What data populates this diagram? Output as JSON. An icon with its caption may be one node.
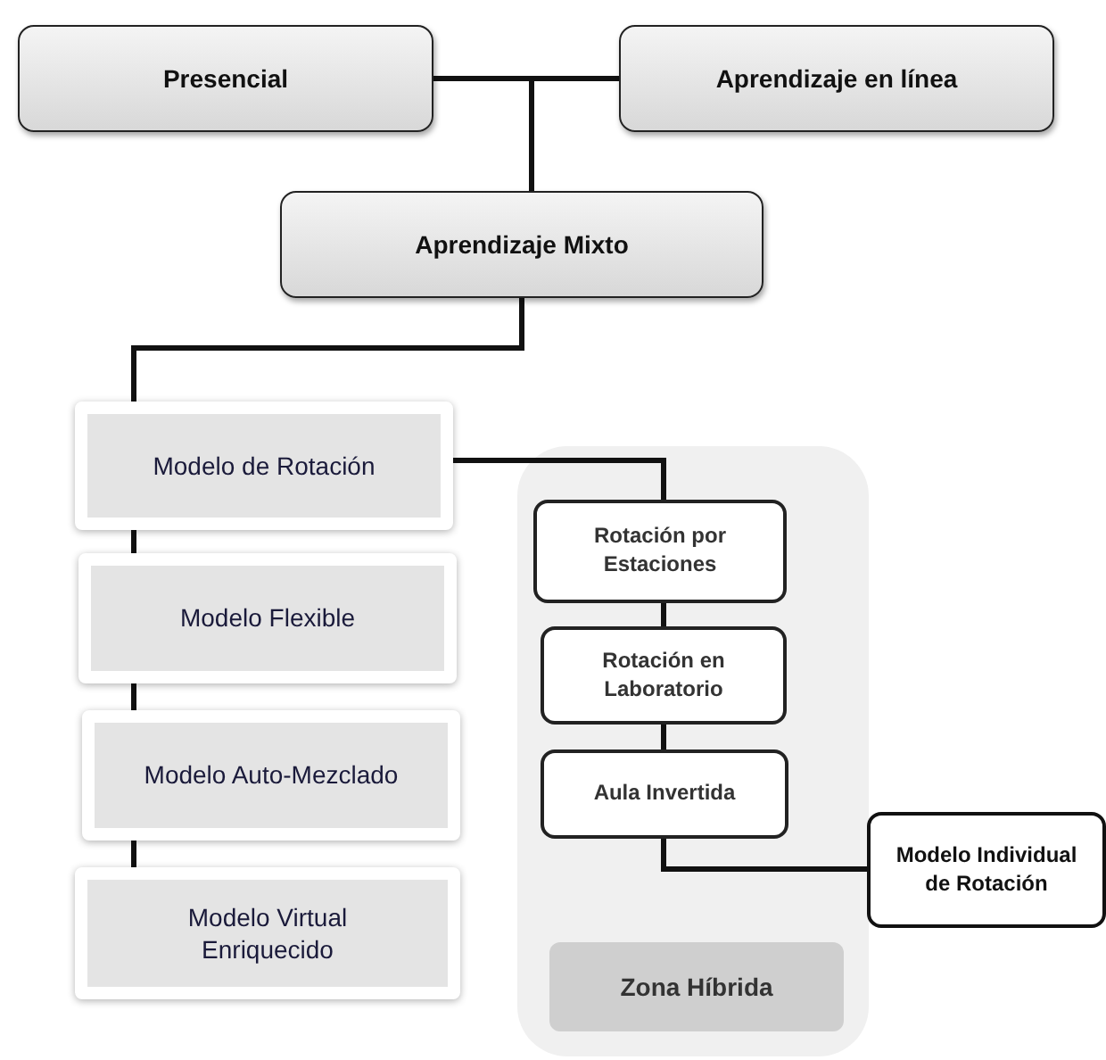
{
  "diagram": {
    "nodes": [
      {
        "text": [
          "Presencial"
        ]
      },
      {
        "text": [
          "Aprendizaje en línea"
        ]
      },
      {
        "text": [
          "Aprendizaje Mixto"
        ]
      },
      {
        "text": [
          "Modelo de Rotación"
        ]
      },
      {
        "text": [
          "Modelo Flexible"
        ]
      },
      {
        "text": [
          "Modelo Auto-Mezclado"
        ]
      },
      {
        "text": [
          "Modelo Virtual Enriquecido"
        ]
      },
      {
        "text": [],
        "shape": "box"
      },
      {
        "text": [
          "Rotación por Estaciones"
        ],
        "in": 7
      },
      {
        "text": [
          "Rotación en Laboratorio"
        ],
        "in": 7
      },
      {
        "text": [
          "Aula Invertida"
        ],
        "in": 7
      },
      {
        "text": [
          "Modelo Individual de Rotación"
        ]
      },
      {
        "text": [
          "Zona Híbrida"
        ],
        "in": 7
      }
    ],
    "edges": [
      {
        "from": 0,
        "to": 1,
        "arrow": "none"
      },
      {
        "from": 0,
        "to": 2,
        "arrow": "none"
      },
      {
        "from": 1,
        "to": 2,
        "arrow": "none"
      },
      {
        "from": 2,
        "to": 3,
        "arrow": "none"
      },
      {
        "from": 3,
        "to": 4,
        "arrow": "none"
      },
      {
        "from": 4,
        "to": 5,
        "arrow": "none"
      },
      {
        "from": 5,
        "to": 6,
        "arrow": "none"
      },
      {
        "from": 3,
        "to": 8,
        "arrow": "none"
      },
      {
        "from": 8,
        "to": 9,
        "arrow": "none"
      },
      {
        "from": 9,
        "to": 10,
        "arrow": "none"
      },
      {
        "from": 10,
        "to": 11,
        "arrow": "none"
      }
    ]
  }
}
